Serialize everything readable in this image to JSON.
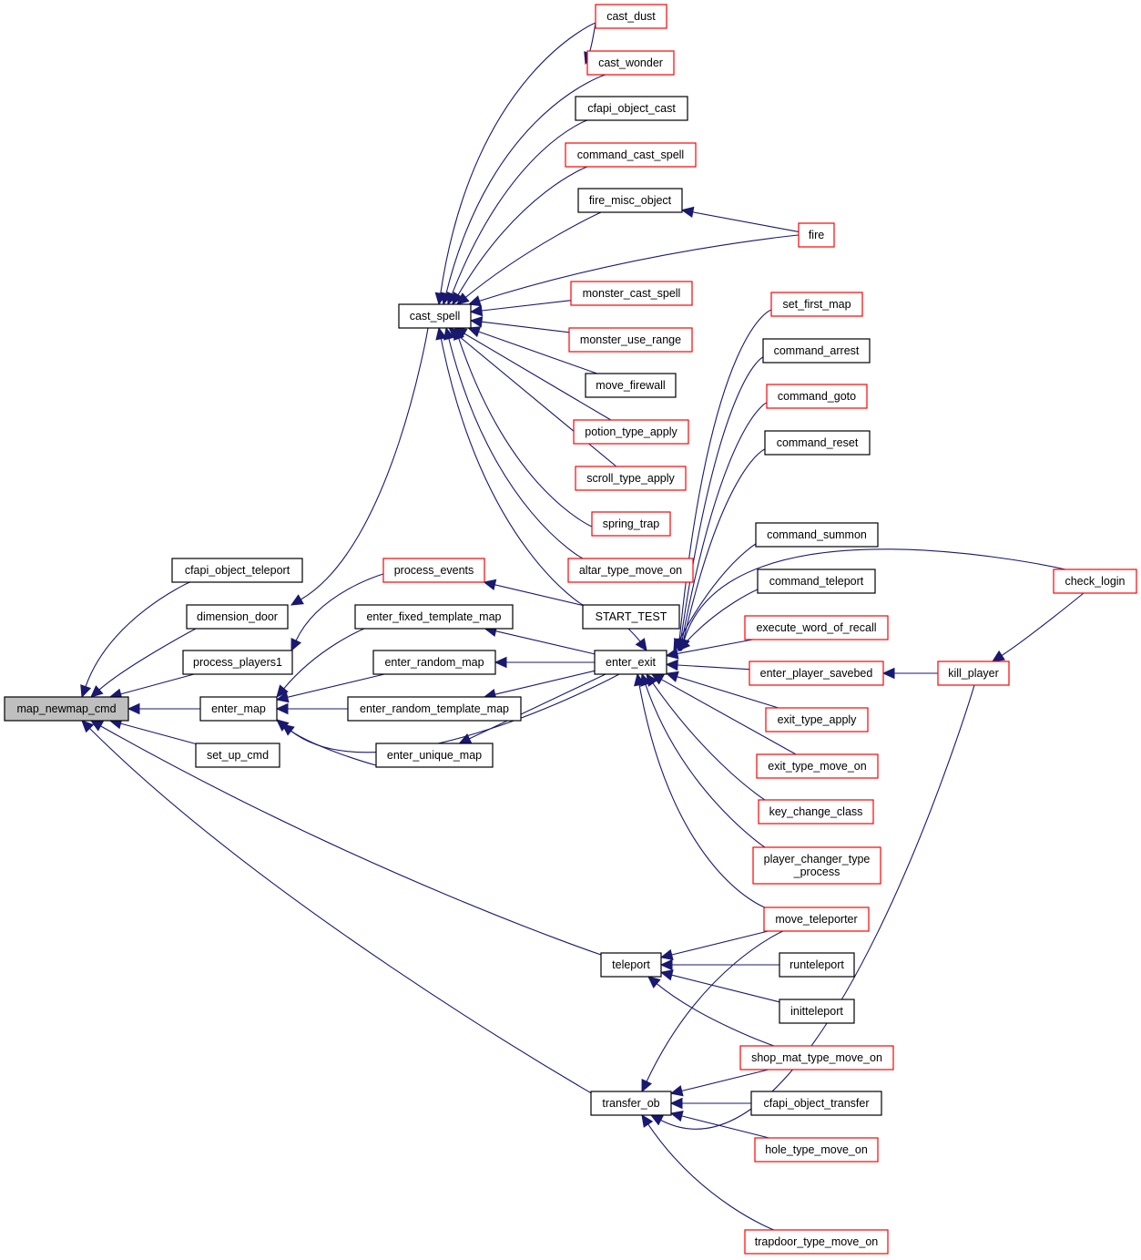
{
  "title": "map_newmap_cmd caller graph",
  "colors": {
    "edge": "#191970",
    "documented_border": "#000000",
    "undocumented_border": "#ff0000",
    "root_fill": "#bfbfbf"
  },
  "nodes": {
    "map_newmap_cmd": {
      "label": "map_newmap_cmd",
      "kind": "root"
    },
    "cfapi_object_teleport": {
      "label": "cfapi_object_teleport",
      "kind": "black"
    },
    "dimension_door": {
      "label": "dimension_door",
      "kind": "black"
    },
    "process_players1": {
      "label": "process_players1",
      "kind": "black"
    },
    "enter_map": {
      "label": "enter_map",
      "kind": "black"
    },
    "set_up_cmd": {
      "label": "set_up_cmd",
      "kind": "black"
    },
    "teleport": {
      "label": "teleport",
      "kind": "black"
    },
    "transfer_ob": {
      "label": "transfer_ob",
      "kind": "black"
    },
    "cast_spell": {
      "label": "cast_spell",
      "kind": "black"
    },
    "process_events": {
      "label": "process_events",
      "kind": "red"
    },
    "enter_fixed_template_map": {
      "label": "enter_fixed_template_map",
      "kind": "black"
    },
    "enter_random_map": {
      "label": "enter_random_map",
      "kind": "black"
    },
    "enter_random_template_map": {
      "label": "enter_random_template_map",
      "kind": "black"
    },
    "enter_unique_map": {
      "label": "enter_unique_map",
      "kind": "black"
    },
    "cast_dust": {
      "label": "cast_dust",
      "kind": "red"
    },
    "cast_wonder": {
      "label": "cast_wonder",
      "kind": "red"
    },
    "cfapi_object_cast": {
      "label": "cfapi_object_cast",
      "kind": "black"
    },
    "command_cast_spell": {
      "label": "command_cast_spell",
      "kind": "red"
    },
    "fire_misc_object": {
      "label": "fire_misc_object",
      "kind": "black"
    },
    "monster_cast_spell": {
      "label": "monster_cast_spell",
      "kind": "red"
    },
    "monster_use_range": {
      "label": "monster_use_range",
      "kind": "red"
    },
    "move_firewall": {
      "label": "move_firewall",
      "kind": "black"
    },
    "potion_type_apply": {
      "label": "potion_type_apply",
      "kind": "red"
    },
    "scroll_type_apply": {
      "label": "scroll_type_apply",
      "kind": "red"
    },
    "spring_trap": {
      "label": "spring_trap",
      "kind": "red"
    },
    "altar_type_move_on": {
      "label": "altar_type_move_on",
      "kind": "red"
    },
    "START_TEST": {
      "label": "START_TEST",
      "kind": "black"
    },
    "enter_exit": {
      "label": "enter_exit",
      "kind": "black"
    },
    "fire": {
      "label": "fire",
      "kind": "red"
    },
    "set_first_map": {
      "label": "set_first_map",
      "kind": "red"
    },
    "command_arrest": {
      "label": "command_arrest",
      "kind": "black"
    },
    "command_goto": {
      "label": "command_goto",
      "kind": "red"
    },
    "command_reset": {
      "label": "command_reset",
      "kind": "black"
    },
    "command_summon": {
      "label": "command_summon",
      "kind": "black"
    },
    "command_teleport": {
      "label": "command_teleport",
      "kind": "black"
    },
    "execute_word_of_recall": {
      "label": "execute_word_of_recall",
      "kind": "red"
    },
    "enter_player_savebed": {
      "label": "enter_player_savebed",
      "kind": "red"
    },
    "exit_type_apply": {
      "label": "exit_type_apply",
      "kind": "red"
    },
    "exit_type_move_on": {
      "label": "exit_type_move_on",
      "kind": "red"
    },
    "key_change_class": {
      "label": "key_change_class",
      "kind": "red"
    },
    "player_changer_type_process": {
      "label": "player_changer_type\n_process",
      "kind": "red"
    },
    "move_teleporter": {
      "label": "move_teleporter",
      "kind": "red"
    },
    "runteleport": {
      "label": "runteleport",
      "kind": "black"
    },
    "initteleport": {
      "label": "initteleport",
      "kind": "black"
    },
    "shop_mat_type_move_on": {
      "label": "shop_mat_type_move_on",
      "kind": "red"
    },
    "cfapi_object_transfer": {
      "label": "cfapi_object_transfer",
      "kind": "black"
    },
    "hole_type_move_on": {
      "label": "hole_type_move_on",
      "kind": "red"
    },
    "trapdoor_type_move_on": {
      "label": "trapdoor_type_move_on",
      "kind": "red"
    },
    "check_login": {
      "label": "check_login",
      "kind": "red"
    },
    "kill_player": {
      "label": "kill_player",
      "kind": "red"
    }
  },
  "edges": [
    [
      "cfapi_object_teleport",
      "map_newmap_cmd"
    ],
    [
      "dimension_door",
      "map_newmap_cmd"
    ],
    [
      "process_players1",
      "map_newmap_cmd"
    ],
    [
      "enter_map",
      "map_newmap_cmd"
    ],
    [
      "set_up_cmd",
      "map_newmap_cmd"
    ],
    [
      "teleport",
      "map_newmap_cmd"
    ],
    [
      "transfer_ob",
      "map_newmap_cmd"
    ],
    [
      "cast_spell",
      "dimension_door"
    ],
    [
      "process_events",
      "process_players1"
    ],
    [
      "enter_fixed_template_map",
      "enter_map"
    ],
    [
      "enter_random_map",
      "enter_map"
    ],
    [
      "enter_random_template_map",
      "enter_map"
    ],
    [
      "enter_unique_map",
      "enter_map"
    ],
    [
      "enter_exit",
      "enter_map"
    ],
    [
      "cast_dust",
      "cast_spell"
    ],
    [
      "cast_wonder",
      "cast_spell"
    ],
    [
      "cast_dust",
      "cast_wonder"
    ],
    [
      "cfapi_object_cast",
      "cast_spell"
    ],
    [
      "command_cast_spell",
      "cast_spell"
    ],
    [
      "fire_misc_object",
      "cast_spell"
    ],
    [
      "fire",
      "cast_spell"
    ],
    [
      "fire",
      "fire_misc_object"
    ],
    [
      "monster_cast_spell",
      "cast_spell"
    ],
    [
      "monster_use_range",
      "cast_spell"
    ],
    [
      "move_firewall",
      "cast_spell"
    ],
    [
      "potion_type_apply",
      "cast_spell"
    ],
    [
      "scroll_type_apply",
      "cast_spell"
    ],
    [
      "spring_trap",
      "cast_spell"
    ],
    [
      "altar_type_move_on",
      "cast_spell"
    ],
    [
      "START_TEST",
      "cast_spell"
    ],
    [
      "START_TEST",
      "process_events"
    ],
    [
      "enter_exit",
      "enter_fixed_template_map"
    ],
    [
      "enter_exit",
      "enter_random_map"
    ],
    [
      "enter_exit",
      "enter_random_template_map"
    ],
    [
      "enter_exit",
      "enter_unique_map"
    ],
    [
      "set_first_map",
      "enter_exit"
    ],
    [
      "command_arrest",
      "enter_exit"
    ],
    [
      "command_goto",
      "enter_exit"
    ],
    [
      "command_reset",
      "enter_exit"
    ],
    [
      "check_login",
      "enter_exit"
    ],
    [
      "command_summon",
      "enter_exit"
    ],
    [
      "command_teleport",
      "enter_exit"
    ],
    [
      "execute_word_of_recall",
      "enter_exit"
    ],
    [
      "enter_player_savebed",
      "enter_exit"
    ],
    [
      "exit_type_apply",
      "enter_exit"
    ],
    [
      "exit_type_move_on",
      "enter_exit"
    ],
    [
      "key_change_class",
      "enter_exit"
    ],
    [
      "player_changer_type_process",
      "enter_exit"
    ],
    [
      "move_teleporter",
      "enter_exit"
    ],
    [
      "START_TEST",
      "enter_exit"
    ],
    [
      "kill_player",
      "enter_player_savebed"
    ],
    [
      "check_login",
      "kill_player"
    ],
    [
      "move_teleporter",
      "teleport"
    ],
    [
      "runteleport",
      "teleport"
    ],
    [
      "initteleport",
      "teleport"
    ],
    [
      "shop_mat_type_move_on",
      "teleport"
    ],
    [
      "move_teleporter",
      "transfer_ob"
    ],
    [
      "shop_mat_type_move_on",
      "transfer_ob"
    ],
    [
      "cfapi_object_transfer",
      "transfer_ob"
    ],
    [
      "hole_type_move_on",
      "transfer_ob"
    ],
    [
      "kill_player",
      "transfer_ob"
    ],
    [
      "trapdoor_type_move_on",
      "transfer_ob"
    ]
  ]
}
